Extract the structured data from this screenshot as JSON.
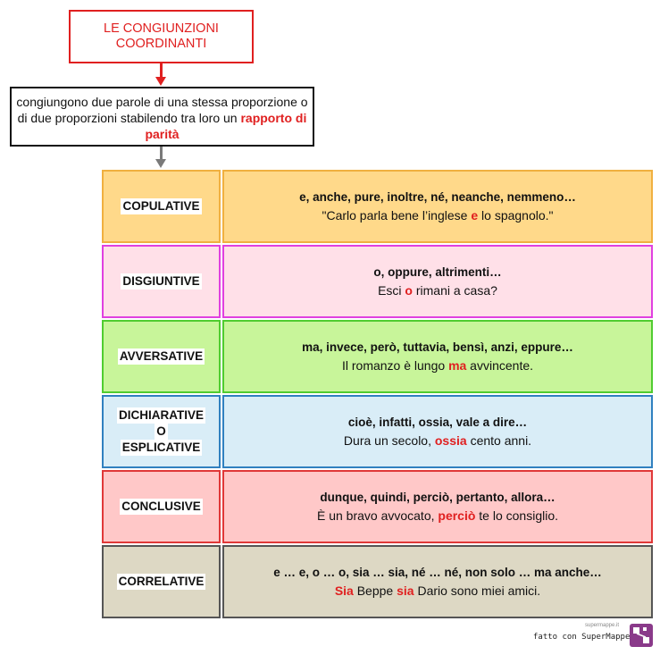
{
  "title": {
    "line1": "LE CONGIUNZIONI",
    "line2": "COORDINANTI"
  },
  "definition": {
    "text_before": "congiungono due parole di una stessa proporzione o di due proporzioni stabilendo tra loro un ",
    "highlight": "rapporto  di  parità"
  },
  "rows": [
    {
      "category": "COPULATIVE",
      "words": "e,  anche,  pure,  inoltre,  né,  neanche,   nemmeno…",
      "example_before": "\"Carlo parla bene l’inglese ",
      "example_highlight": "e",
      "example_after": " lo spagnolo.\"",
      "fill": "#ffd98a",
      "border": "#f0b040"
    },
    {
      "category": "DISGIUNTIVE",
      "words": "o,  oppure,  altrimenti…",
      "example_before": "Esci ",
      "example_highlight": "o",
      "example_after": " rimani a casa?",
      "fill": "#ffe0e8",
      "border": "#e040e0"
    },
    {
      "category": "AVVERSATIVE",
      "words": "ma,  invece,  però,  tuttavia,  bensì,  anzi,  eppure…",
      "example_before": "Il romanzo è lungo ",
      "example_highlight": "ma",
      "example_after": " avvincente.",
      "fill": "#c8f59a",
      "border": "#50cc30"
    },
    {
      "category_lines": [
        "DICHIARATIVE",
        "O",
        "ESPLICATIVE"
      ],
      "words": "cioè,  infatti,  ossia,  vale a dire…",
      "example_before": "Dura un secolo, ",
      "example_highlight": "ossia",
      "example_after": " cento anni.",
      "fill": "#d9edf7",
      "border": "#3080c0"
    },
    {
      "category": "CONCLUSIVE",
      "words": "dunque,  quindi,  perciò,  pertanto,  allora…",
      "example_before": "È un bravo avvocato, ",
      "example_highlight": "perciò",
      "example_after": " te lo consiglio.",
      "fill": "#ffc8c8",
      "border": "#e03838"
    },
    {
      "category": "CORRELATIVE",
      "words": "e … e, o … o,  sia … sia,  né … né,  non  solo  …  ma  anche…",
      "example_before": "",
      "example_highlight": "Sia",
      "example_middle": " Beppe ",
      "example_highlight2": "sia",
      "example_after": " Dario sono miei amici.",
      "fill": "#ddd8c4",
      "border": "#555555"
    }
  ],
  "footer": {
    "small": "supermappe.it",
    "credit": "fatto con SuperMappe"
  },
  "colors": {
    "accent_red": "#e02020",
    "connector_grey": "#7a7a7a",
    "logo_purple": "#8a3a8a"
  }
}
